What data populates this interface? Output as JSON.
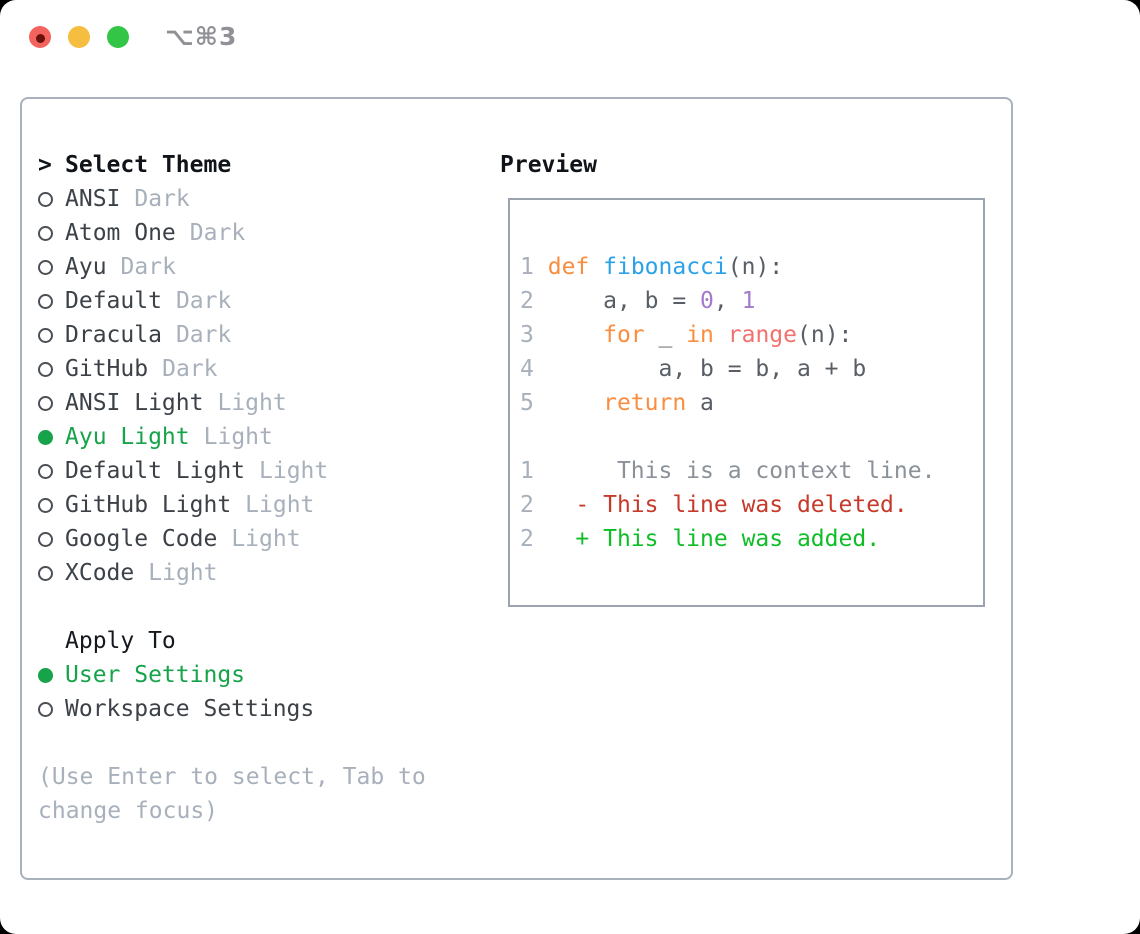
{
  "window": {
    "title": "⌥⌘3"
  },
  "traffic_lights": {
    "close_color": "#F4645F",
    "close_dot_color": "#6B100A",
    "minimize_color": "#F6BE40",
    "maximize_color": "#32C546"
  },
  "theme_selector": {
    "prompt": ">",
    "header": "Select Theme",
    "items": [
      {
        "name": "ANSI",
        "tag": "Dark",
        "selected": false
      },
      {
        "name": "Atom One",
        "tag": "Dark",
        "selected": false
      },
      {
        "name": "Ayu",
        "tag": "Dark",
        "selected": false
      },
      {
        "name": "Default",
        "tag": "Dark",
        "selected": false
      },
      {
        "name": "Dracula",
        "tag": "Dark",
        "selected": false
      },
      {
        "name": "GitHub",
        "tag": "Dark",
        "selected": false
      },
      {
        "name": "ANSI Light",
        "tag": "Light",
        "selected": false
      },
      {
        "name": "Ayu Light",
        "tag": "Light",
        "selected": true
      },
      {
        "name": "Default Light",
        "tag": "Light",
        "selected": false
      },
      {
        "name": "GitHub Light",
        "tag": "Light",
        "selected": false
      },
      {
        "name": "Google Code",
        "tag": "Light",
        "selected": false
      },
      {
        "name": "XCode",
        "tag": "Light",
        "selected": false
      }
    ]
  },
  "apply_to": {
    "header": "Apply To",
    "items": [
      {
        "name": "User Settings",
        "selected": true
      },
      {
        "name": "Workspace Settings",
        "selected": false
      }
    ]
  },
  "help": {
    "lines": [
      "(Use Enter to select, Tab to",
      "change focus)"
    ]
  },
  "preview": {
    "header": "Preview",
    "lines": [
      [
        [
          "ln",
          "1"
        ],
        [
          "pl",
          " "
        ],
        [
          "kw",
          "def"
        ],
        [
          "pl",
          " "
        ],
        [
          "fn",
          "fibonacci"
        ],
        [
          "pl",
          "(n):"
        ]
      ],
      [
        [
          "ln",
          "2"
        ],
        [
          "pl",
          "     a, b = "
        ],
        [
          "n",
          "0"
        ],
        [
          "pl",
          ", "
        ],
        [
          "n",
          "1"
        ]
      ],
      [
        [
          "ln",
          "3"
        ],
        [
          "pl",
          "     "
        ],
        [
          "kw",
          "for"
        ],
        [
          "pl",
          " _ "
        ],
        [
          "kw",
          "in"
        ],
        [
          "pl",
          " "
        ],
        [
          "call",
          "range"
        ],
        [
          "pl",
          "(n):"
        ]
      ],
      [
        [
          "ln",
          "4"
        ],
        [
          "pl",
          "         a, b = b, a + b"
        ]
      ],
      [
        [
          "ln",
          "5"
        ],
        [
          "pl",
          "     "
        ],
        [
          "kw",
          "return"
        ],
        [
          "pl",
          " a"
        ]
      ],
      [],
      [
        [
          "ln",
          "1"
        ],
        [
          "ctx",
          "      This is a context line."
        ]
      ],
      [
        [
          "ln",
          "2"
        ],
        [
          "del",
          "   - This line was deleted."
        ]
      ],
      [
        [
          "ln",
          "2"
        ],
        [
          "add",
          "   + This line was added."
        ]
      ]
    ]
  },
  "colors": {
    "selected_green": "#17A34A",
    "item_text": "#3C4148",
    "tag_text": "#A8B0BB",
    "panel_border": "#A9B1BD",
    "syntax_keyword": "#FA8D3E",
    "syntax_function": "#2AA1E8",
    "syntax_call": "#F2716F",
    "syntax_number": "#A37ACC",
    "syntax_plain": "#585E66",
    "diff_context": "#8A9199",
    "diff_deleted": "#C63A2B",
    "diff_added": "#0FBE27"
  }
}
